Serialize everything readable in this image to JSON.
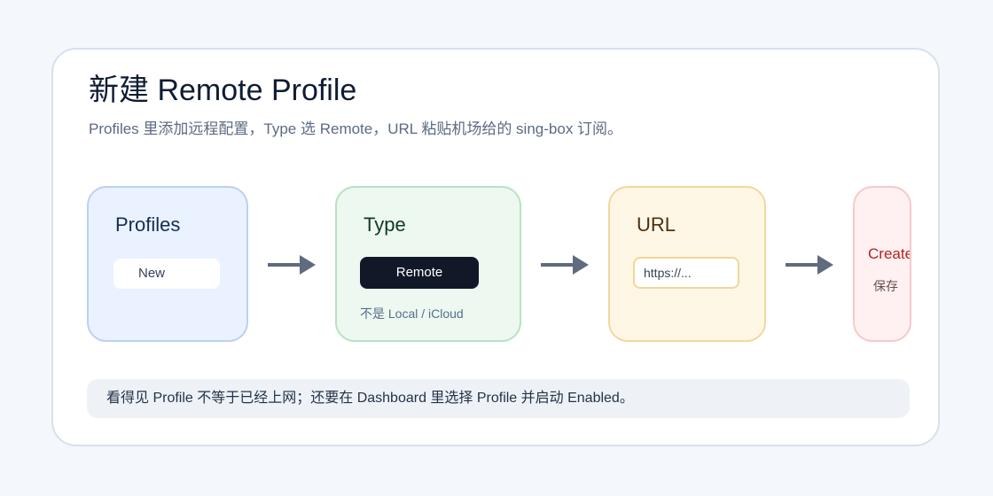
{
  "title": "新建 Remote Profile",
  "subtitle": "Profiles 里添加远程配置，Type 选 Remote，URL 粘贴机场给的 sing-box 订阅。",
  "steps": {
    "profiles": {
      "title": "Profiles",
      "button_label": "New"
    },
    "type": {
      "title": "Type",
      "button_label": "Remote",
      "note": "不是 Local / iCloud"
    },
    "url": {
      "title": "URL",
      "input_placeholder": "https://..."
    },
    "create": {
      "title": "Create",
      "subtitle": "保存"
    }
  },
  "note": "看得见 Profile 不等于已经上网；还要在 Dashboard 里选择 Profile 并启动 Enabled。",
  "colors": {
    "arrow": "#5f6b7e",
    "profiles_bg": "#eaf2ff",
    "type_bg": "#edf8f0",
    "url_bg": "#fff7e6",
    "create_bg": "#fff1f1",
    "create_text": "#b42323",
    "remote_button": "#111827"
  },
  "icons": {
    "arrow": "arrow-right-icon"
  }
}
